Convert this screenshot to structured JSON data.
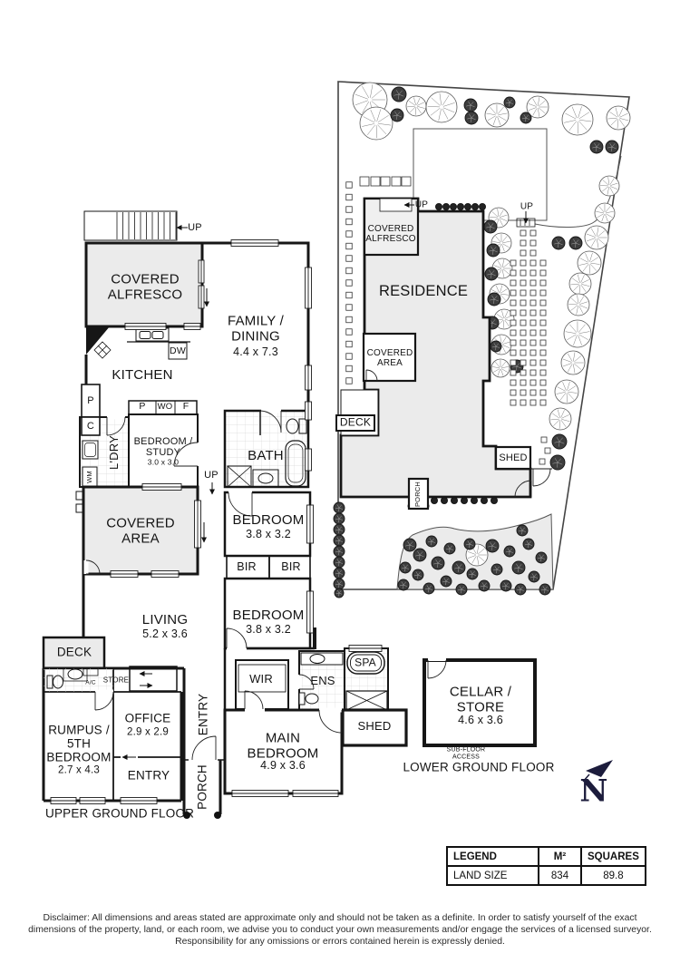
{
  "upper": {
    "title": "UPPER GROUND FLOOR",
    "rooms": {
      "up_stairs": "UP",
      "covered_alfresco": "COVERED\nALFRESCO",
      "family_dining": "FAMILY /\nDINING",
      "family_dining_dims": "4.4 x 7.3",
      "kitchen": "KITCHEN",
      "dishwasher": "DW",
      "pantry": "P",
      "cupboard": "C",
      "washing_machine": "WM",
      "laundry": "L'DRY",
      "robe_p": "P",
      "robe_wo": "WO",
      "robe_f": "F",
      "bedroom_study": "BEDROOM /\nSTUDY",
      "bedroom_study_dims": "3.0 x 3.0",
      "up_hall": "UP",
      "bath": "BATH",
      "covered_area": "COVERED\nAREA",
      "bedroom1": "BEDROOM",
      "bedroom1_dims": "3.8 x 3.2",
      "bir1": "BIR",
      "bir2": "BIR",
      "bedroom2": "BEDROOM",
      "bedroom2_dims": "3.8 x 3.2",
      "living": "LIVING",
      "living_dims": "5.2 x 3.6",
      "deck": "DECK",
      "ac": "A/C",
      "store": "STORE",
      "rumpus": "RUMPUS /\n5TH\nBEDROOM",
      "rumpus_dims": "2.7 x 4.3",
      "office": "OFFICE",
      "office_dims": "2.9 x 2.9",
      "entry_room": "ENTRY",
      "entry_hall": "ENTRY",
      "porch": "PORCH",
      "wir": "WIR",
      "ens": "ENS",
      "spa": "SPA",
      "shed": "SHED",
      "main_bedroom": "MAIN\nBEDROOM",
      "main_bedroom_dims": "4.9 x 3.6"
    }
  },
  "site": {
    "residence": "RESIDENCE",
    "covered_alfresco": "COVERED\nALFRESCO",
    "covered_area": "COVERED\nAREA",
    "deck": "DECK",
    "shed": "SHED",
    "porch": "PORCH",
    "up1": "UP",
    "up2": "UP"
  },
  "lower": {
    "title": "LOWER GROUND FLOOR",
    "cellar_store": "CELLAR /\nSTORE",
    "cellar_store_dims": "4.6 x 3.6",
    "subfloor_access": "SUB-FLOOR\nACCESS"
  },
  "compass": {
    "north": "N"
  },
  "legend": {
    "headers": [
      "LEGEND",
      "M²",
      "SQUARES"
    ],
    "rows": [
      {
        "label": "LAND SIZE",
        "m2": "834",
        "squares": "89.8"
      }
    ]
  },
  "colors": {
    "wall": "#161616",
    "fill_gray": "#ebebeb",
    "north_navy": "#1c1c3c"
  },
  "disclaimer": "Disclaimer: All dimensions and areas stated are approximate only and should not be taken as a definite. In order to satisfy yourself of the exact dimensions of the property, land, or each room, we advise you to conduct your own measurements and/or engage the services of a licensed surveyor. Responsibility for any omissions or errors contained herein is expressly denied."
}
